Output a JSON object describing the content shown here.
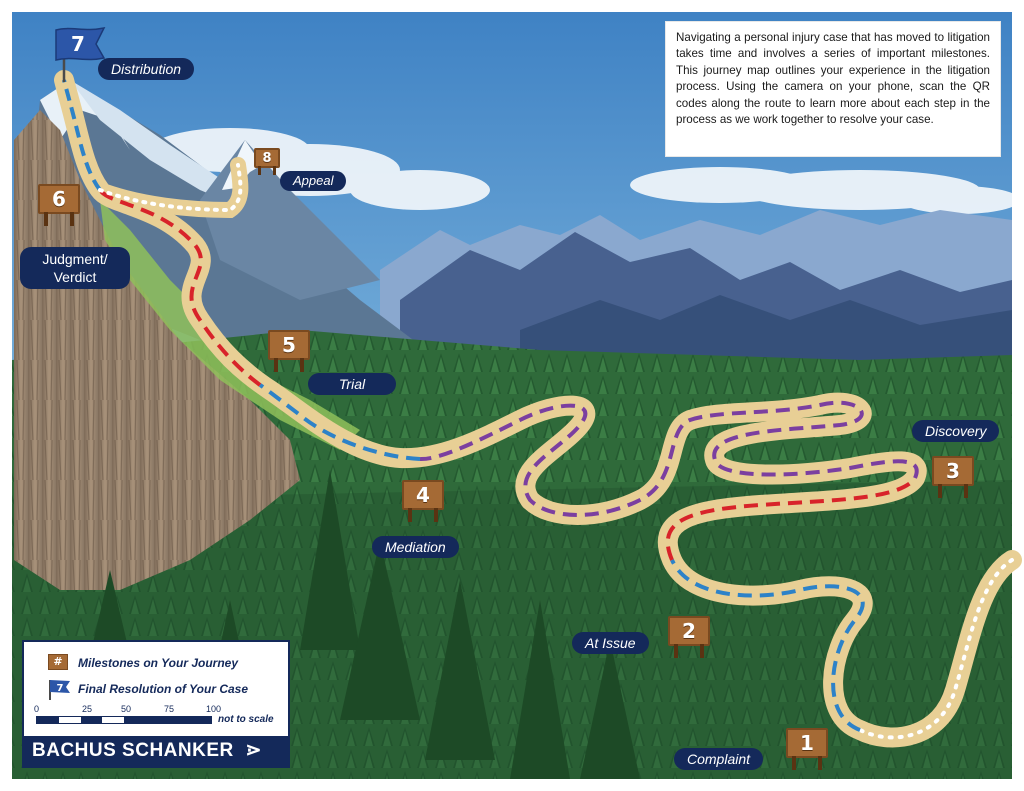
{
  "intro_text": "Navigating a personal injury case that has moved to litigation takes time and involves a series of important milestones. This journey map outlines your experience in the litigation process. Using the camera on your phone, scan the QR codes along the route to learn more about each step in the process as we work together to resolve your case.",
  "milestones": [
    {
      "number": "1",
      "label": "Complaint"
    },
    {
      "number": "2",
      "label": "At Issue"
    },
    {
      "number": "3",
      "label": "Discovery"
    },
    {
      "number": "4",
      "label": "Mediation"
    },
    {
      "number": "5",
      "label": "Trial"
    },
    {
      "number": "6",
      "label_line1": "Judgment/",
      "label_line2": "Verdict"
    },
    {
      "number": "7",
      "label": "Distribution"
    },
    {
      "number": "8",
      "label": "Appeal"
    }
  ],
  "legend": {
    "milestones_label": "Milestones on Your Journey",
    "milestones_icon_text": "#",
    "resolution_label": "Final Resolution of Your Case",
    "resolution_icon_text": "7",
    "scale_ticks": [
      "0",
      "25",
      "50",
      "75",
      "100"
    ],
    "scale_note": "not to scale"
  },
  "brand": {
    "name": "BACHUS SCHANKER",
    "mark": "⋗"
  },
  "colors": {
    "navy": "#14295a",
    "trail": "#e8cf95",
    "red_dash": "#d8232a",
    "blue_dash": "#2d82c8",
    "purple_dash": "#7b3fa0",
    "sign_wood": "#a56a35",
    "flag_blue": "#2c56a8"
  }
}
